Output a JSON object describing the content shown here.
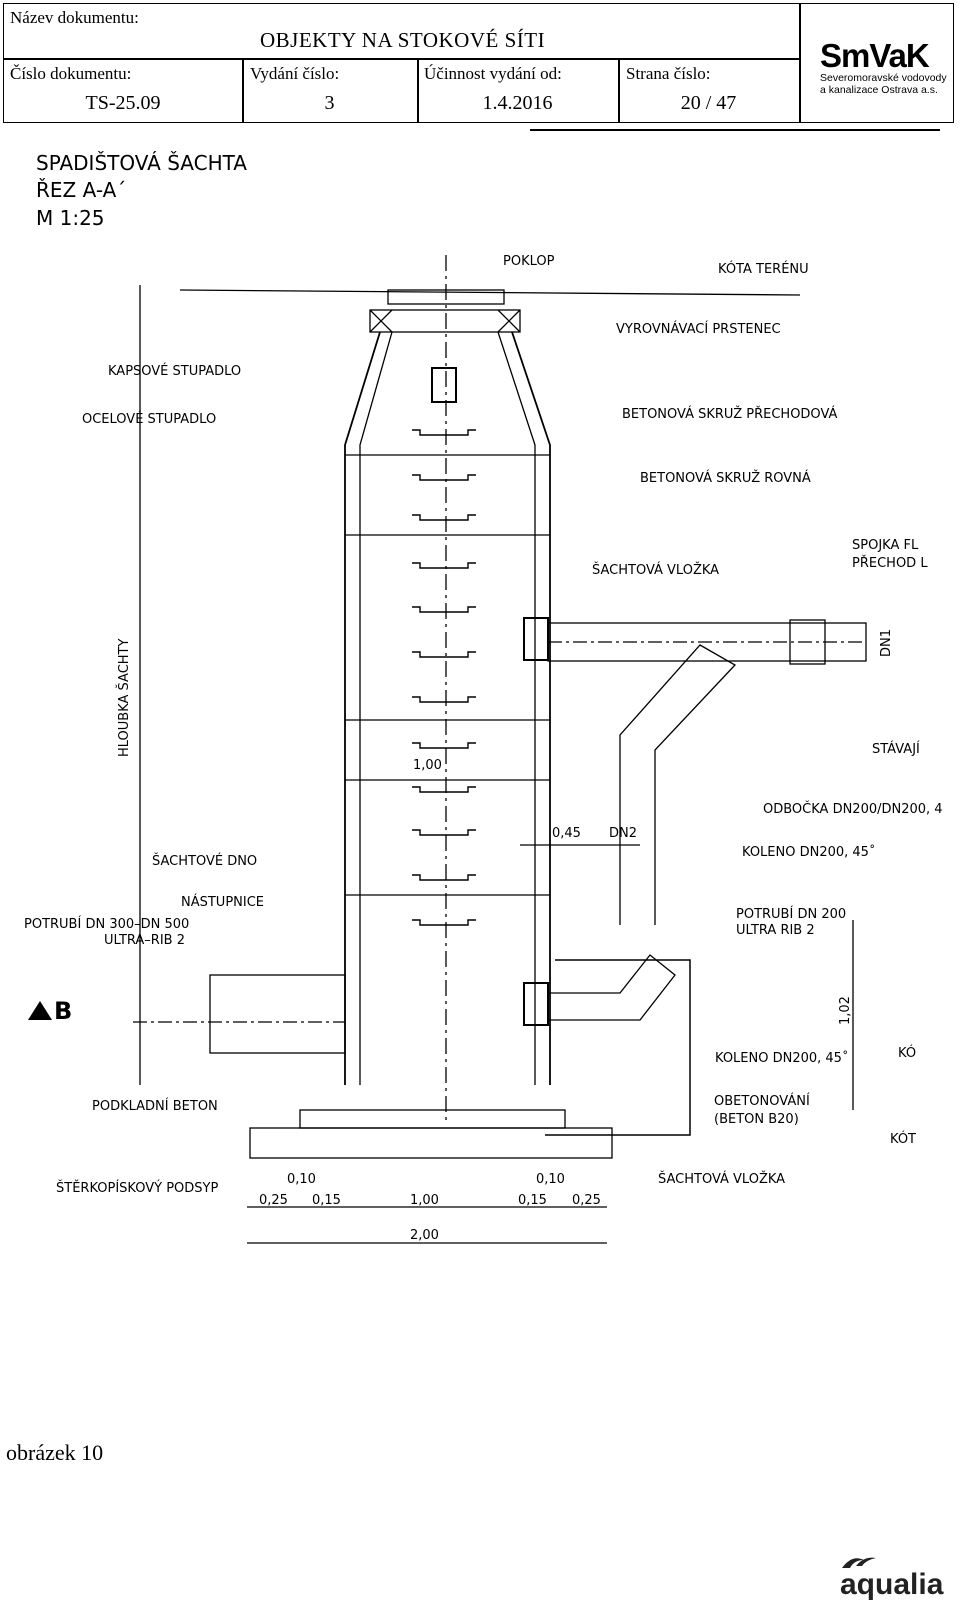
{
  "header": {
    "doc_name_label": "Název dokumentu:",
    "doc_name": "OBJEKTY NA  STOKOVÉ SÍTI",
    "doc_number_label": "Číslo dokumentu:",
    "doc_number": "TS-25.09",
    "issue_label": "Vydání číslo:",
    "issue": "3",
    "effective_label": "Účinnost vydání od:",
    "effective": "1.4.2016",
    "page_label": "Strana číslo:",
    "page": "20 / 47",
    "logo_main": "SmVaK",
    "logo_sub1": "Severomoravské vodovody",
    "logo_sub2": "a kanalizace Ostrava a.s."
  },
  "drawing": {
    "title1": "SPADIŠTOVÁ ŠACHTA",
    "title2": "ŘEZ A-A´",
    "title3": "M 1:25",
    "labels": {
      "poklop": "POKLOP",
      "kota_terenu": "KÓTA TERÉNU",
      "vyrovnavaci": "VYROVNÁVACÍ  PRSTENEC",
      "kapsove": "KAPSOVÉ  STUPADLO",
      "ocelove": "OCELOVÉ  STUPADLO",
      "skruz_prechodova": "BETONOVÁ  SKRUŽ  PŘECHODOVÁ",
      "skruz_rovna": "BETONOVÁ  SKRUŽ  ROVNÁ",
      "sachtova_vlozka": "ŠACHTOVÁ  VLOŽKA",
      "spojka1": "SPOJKA  FL",
      "spojka2": "PŘECHOD  L",
      "hloubka": "HLOUBKA  ŠACHTY",
      "dn1": "DN1",
      "stavajici": "STÁVAJÍ",
      "odbocka": "ODBOČKA  DN200/DN200,  4",
      "koleno1": "KOLENO  DN200,  45˚",
      "sachtove_dno": "ŠACHTOVÉ  DNO",
      "nastupnice": "NÁSTUPNICE",
      "potrubi_dn300": "POTRUBÍ  DN  300–DN  500",
      "ultra_rib": "ULTRA–RIB  2",
      "potrubi_dn200": "POTRUBÍ  DN  200",
      "ultra_rib2": "ULTRA  RIB  2",
      "section_b": "B",
      "koleno2": "KOLENO  DN200,  45˚",
      "kot_small": "KÓ",
      "podkladni": "PODKLADNÍ  BETON",
      "obetonovani": "OBETONOVÁNÍ",
      "beton_b20": "(BETON  B20)",
      "kota_small2": "KÓT",
      "sterkopiskovy": "ŠTĚRKOPÍSKOVÝ  PODSYP",
      "sachtova_vlozka2": "ŠACHTOVÁ  VLOŽKA",
      "dim_100_inner": "1,00",
      "dim_045": "0,45",
      "dim_dn2": "DN2",
      "dim_102": "1,02",
      "dim_010a": "0,10",
      "dim_010b": "0,10",
      "dim_025a": "0,25",
      "dim_015a": "0,15",
      "dim_100_bottom": "1,00",
      "dim_015b": "0,15",
      "dim_025b": "0,25",
      "dim_200": "2,00"
    }
  },
  "caption": "obrázek 10",
  "footer_logo": "aqualia"
}
